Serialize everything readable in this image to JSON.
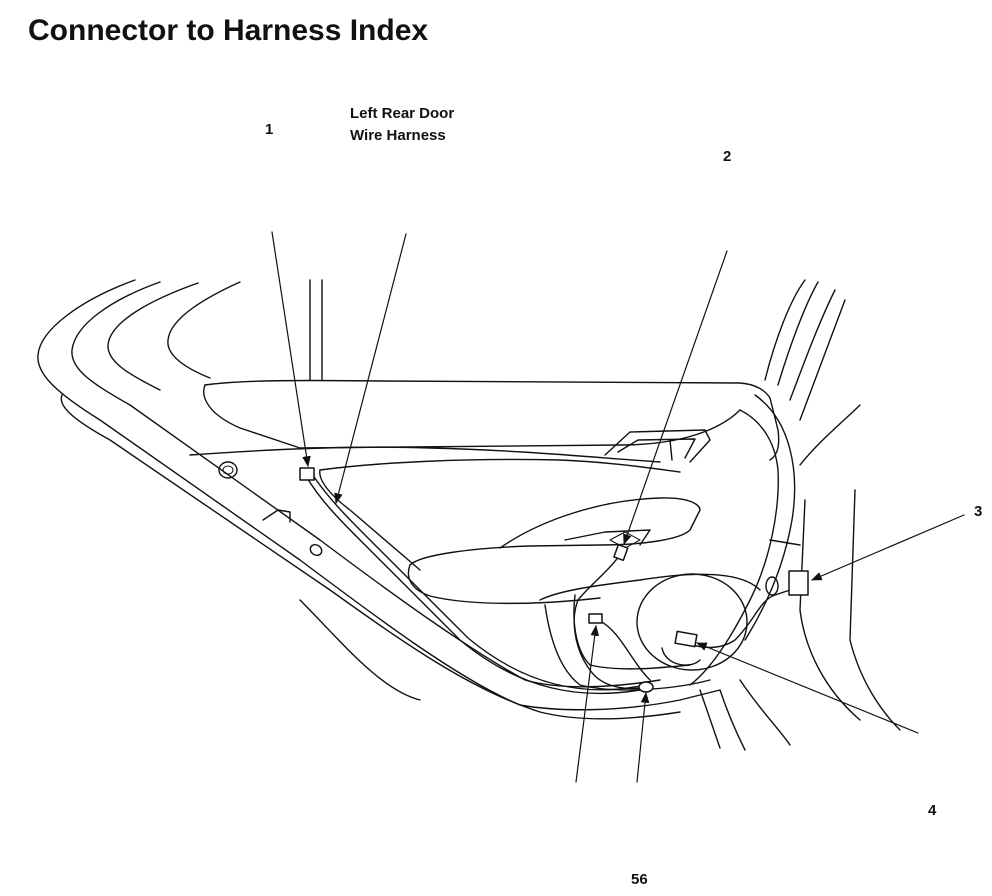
{
  "page_title": "Connector to Harness Index",
  "harness_label_line1": "Left Rear Door",
  "harness_label_line2": "Wire Harness",
  "callouts": [
    "1",
    "2",
    "3",
    "4"
  ],
  "page_number": "56"
}
